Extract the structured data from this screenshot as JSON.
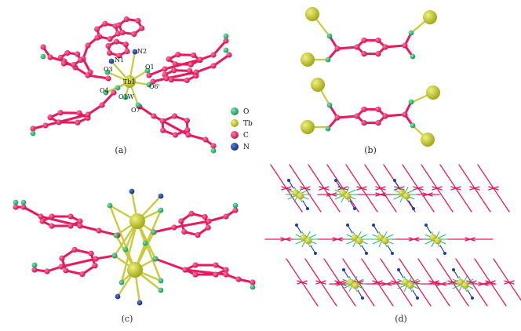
{
  "panels": [
    {
      "id": "a",
      "label": "(a)"
    },
    {
      "id": "b",
      "label": "(b)"
    },
    {
      "id": "c",
      "label": "(c)"
    },
    {
      "id": "d",
      "label": "(d)"
    }
  ],
  "atom_labels": {
    "n1": "N1",
    "n2": "N2",
    "o3": "O3",
    "o1": "O1",
    "tb1": "Tb1",
    "o6": "O6'",
    "o4": "O4",
    "o1w": "O1W",
    "o7": "O7'"
  },
  "legend": [
    {
      "symbol": "O",
      "color": "#2bb673"
    },
    {
      "symbol": "Tb",
      "color": "#bcc226"
    },
    {
      "symbol": "C",
      "color": "#e8195f"
    },
    {
      "symbol": "N",
      "color": "#1f3f9e"
    }
  ],
  "colors": {
    "O": "#2bb673",
    "Tb": "#bcc226",
    "C": "#e8195f",
    "N": "#1f3f9e",
    "bond_C": "#e8195f",
    "bond_Tb": "#c8cc3a"
  }
}
